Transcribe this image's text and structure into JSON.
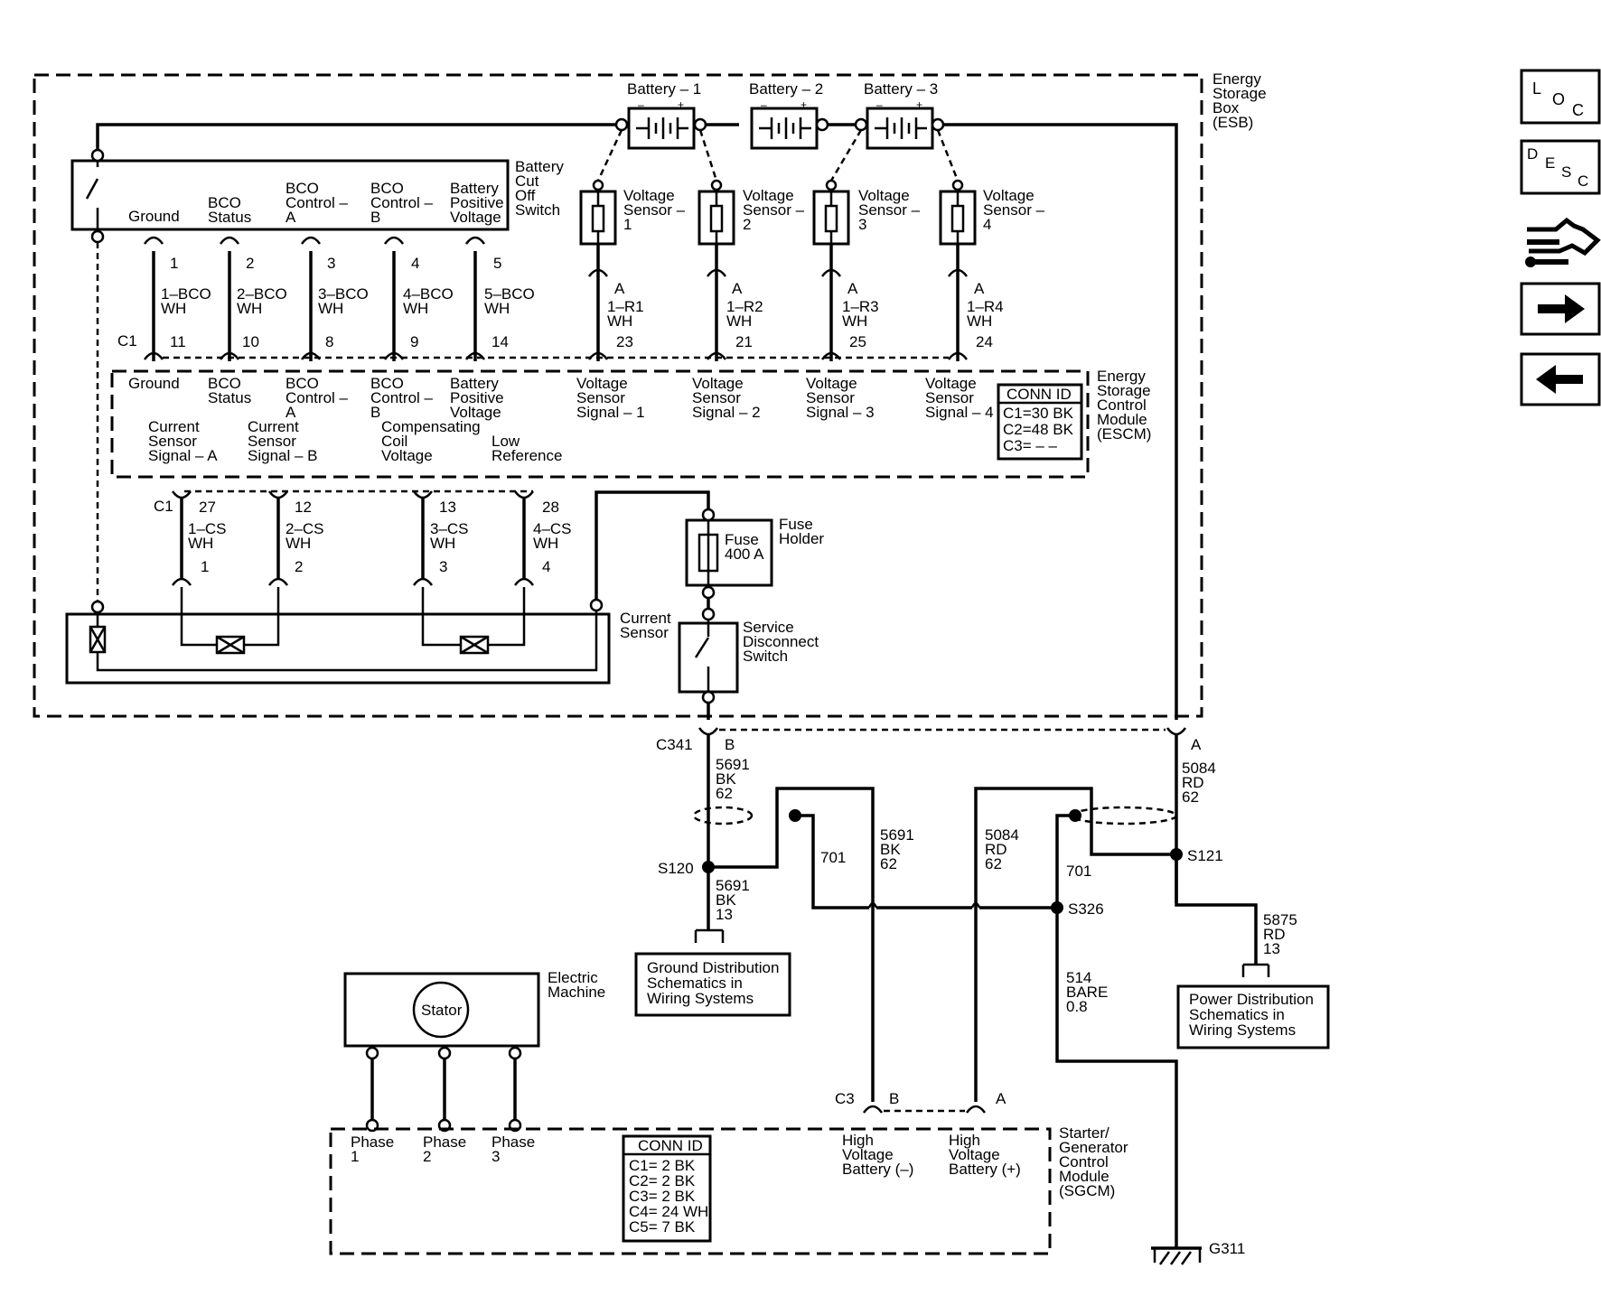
{
  "nav": {
    "loc": [
      "L",
      "O",
      "C"
    ],
    "desc": [
      "D",
      "E",
      "S",
      "C"
    ]
  },
  "esb": {
    "label": [
      "Energy",
      "Storage",
      "Box",
      "(ESB)"
    ]
  },
  "batteries": [
    "Battery – 1",
    "Battery – 2",
    "Battery – 3"
  ],
  "bco": {
    "label": [
      "Battery",
      "Cut",
      "Off",
      "Switch"
    ],
    "terminals": [
      [
        "Ground"
      ],
      [
        "BCO",
        "Status"
      ],
      [
        "BCO",
        "Control –",
        "A"
      ],
      [
        "BCO",
        "Control –",
        "B"
      ],
      [
        "Battery",
        "Positive",
        "Voltage"
      ]
    ],
    "pins": [
      "1",
      "2",
      "3",
      "4",
      "5"
    ],
    "wires": [
      [
        "1–BCO",
        "WH"
      ],
      [
        "2–BCO",
        "WH"
      ],
      [
        "3–BCO",
        "WH"
      ],
      [
        "4–BCO",
        "WH"
      ],
      [
        "5–BCO",
        "WH"
      ]
    ],
    "c1_pins": [
      "11",
      "10",
      "8",
      "9",
      "14"
    ]
  },
  "voltage_sensors": {
    "labels": [
      [
        "Voltage",
        "Sensor –",
        "1"
      ],
      [
        "Voltage",
        "Sensor –",
        "2"
      ],
      [
        "Voltage",
        "Sensor –",
        "3"
      ],
      [
        "Voltage",
        "Sensor –",
        "4"
      ]
    ],
    "pin": "A",
    "wires": [
      [
        "1–R1",
        "WH"
      ],
      [
        "1–R2",
        "WH"
      ],
      [
        "1–R3",
        "WH"
      ],
      [
        "1–R4",
        "WH"
      ]
    ],
    "c1_pins": [
      "23",
      "21",
      "25",
      "24"
    ]
  },
  "c1": "C1",
  "escm": {
    "label": [
      "Energy",
      "Storage",
      "Control",
      "Module",
      "(ESCM)"
    ],
    "top_terminals": [
      [
        "Ground"
      ],
      [
        "BCO",
        "Status"
      ],
      [
        "BCO",
        "Control –",
        "A"
      ],
      [
        "BCO",
        "Control –",
        "B"
      ],
      [
        "Battery",
        "Positive",
        "Voltage"
      ],
      [
        "Voltage",
        "Sensor",
        "Signal – 1"
      ],
      [
        "Voltage",
        "Sensor",
        "Signal – 2"
      ],
      [
        "Voltage",
        "Sensor",
        "Signal – 3"
      ],
      [
        "Voltage",
        "Sensor",
        "Signal – 4"
      ]
    ],
    "bottom_terminals": [
      [
        "Current",
        "Sensor",
        "Signal – A"
      ],
      [
        "Current",
        "Sensor",
        "Signal – B"
      ],
      [
        "Compensating",
        "Coil",
        "Voltage"
      ],
      [
        "Low",
        "Reference"
      ]
    ],
    "conn_id": {
      "title": "CONN ID",
      "rows": [
        "C1=30 BK",
        "C2=48 BK",
        "C3= – –"
      ]
    },
    "bottom_pins": [
      "27",
      "12",
      "13",
      "28"
    ]
  },
  "current_sensor": {
    "label": [
      "Current",
      "Sensor"
    ],
    "wires": [
      [
        "1–CS",
        "WH"
      ],
      [
        "2–CS",
        "WH"
      ],
      [
        "3–CS",
        "WH"
      ],
      [
        "4–CS",
        "WH"
      ]
    ],
    "pins": [
      "1",
      "2",
      "3",
      "4"
    ]
  },
  "fuse": {
    "label": [
      "Fuse",
      "Holder"
    ],
    "rating": [
      "Fuse",
      "400 A"
    ]
  },
  "service_switch": {
    "label": [
      "Service",
      "Disconnect",
      "Switch"
    ]
  },
  "c341": {
    "name": "C341",
    "pin_b": "B",
    "pin_a": "A"
  },
  "wires_lower": {
    "w5691_62_left": [
      "5691",
      "BK",
      "62"
    ],
    "w5084_62_right": [
      "5084",
      "RD",
      "62"
    ],
    "w5691_62_mid": [
      "5691",
      "BK",
      "62"
    ],
    "w5084_62_mid": [
      "5084",
      "RD",
      "62"
    ],
    "w701_left": "701",
    "w701_right": "701",
    "w5691_13": [
      "5691",
      "BK",
      "13"
    ],
    "w514": [
      "514",
      "BARE",
      "0.8"
    ],
    "w5875": [
      "5875",
      "RD",
      "13"
    ]
  },
  "splices": {
    "s120": "S120",
    "s121": "S121",
    "s326": "S326"
  },
  "ground_ref": [
    "Ground Distribution",
    "Schematics in",
    "Wiring Systems"
  ],
  "power_ref": [
    "Power Distribution",
    "Schematics in",
    "Wiring Systems"
  ],
  "electric_machine": {
    "label": [
      "Electric",
      "Machine"
    ],
    "stator": "Stator"
  },
  "sgcm": {
    "label": [
      "Starter/",
      "Generator",
      "Control",
      "Module",
      "(SGCM)"
    ],
    "phases": [
      [
        "Phase",
        "1"
      ],
      [
        "Phase",
        "2"
      ],
      [
        "Phase",
        "3"
      ]
    ],
    "conn_id": {
      "title": "CONN ID",
      "rows": [
        "C1= 2 BK",
        "C2= 2 BK",
        "C3= 2 BK",
        "C4= 24 WH",
        "C5= 7 BK"
      ]
    },
    "c3": "C3",
    "pin_b": "B",
    "pin_a": "A",
    "hv_neg": [
      "High",
      "Voltage",
      "Battery (–)"
    ],
    "hv_pos": [
      "High",
      "Voltage",
      "Battery (+)"
    ]
  },
  "ground": "G311"
}
